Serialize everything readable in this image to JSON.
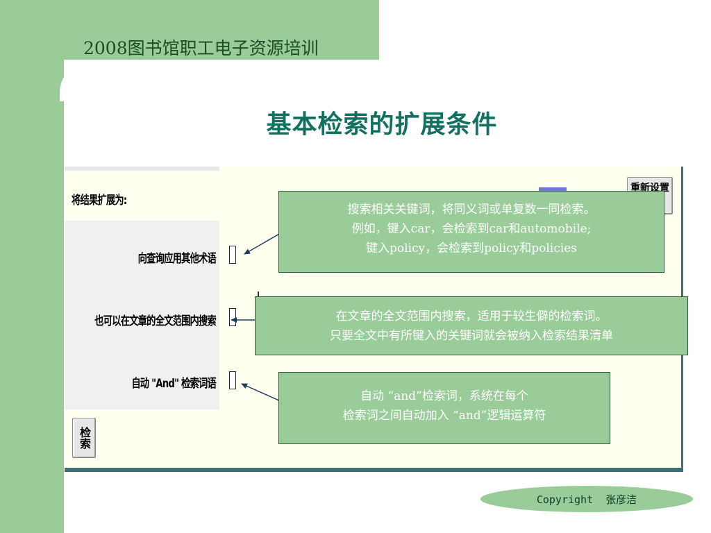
{
  "header": {
    "title": "2008图书馆职工电子资源培训"
  },
  "slide": {
    "title": "基本检索的扩展条件"
  },
  "form": {
    "expand_label": "将结果扩展为:",
    "options": [
      {
        "label": "向查询应用其他术语"
      },
      {
        "label": "也可以在文章的全文范围内搜索"
      },
      {
        "label": "自动 \"And\" 检索词语"
      }
    ],
    "search_button": "检索",
    "reset_button": "重新设置"
  },
  "callouts": [
    {
      "lines": [
        "搜索相关关键词，将同义词或单复数一同检索。",
        "例如，键入car，会检索到car和automobile;",
        "键入policy，会检索到policy和policies"
      ]
    },
    {
      "lines": [
        "在文章的全文范围内搜索，适用于较生僻的检索词。",
        "只要全文中有所键入的关键词就会被纳入检索结果清单"
      ]
    },
    {
      "lines": [
        "自动 “and”检索词，系统在每个",
        "检索词之间自动加入 “and”逻辑运算符"
      ]
    }
  ],
  "footer": {
    "copyright": "Copyright  张彦洁"
  },
  "colors": {
    "band": "#99cc99",
    "title": "#117060",
    "panel_border": "#3c6f78"
  }
}
